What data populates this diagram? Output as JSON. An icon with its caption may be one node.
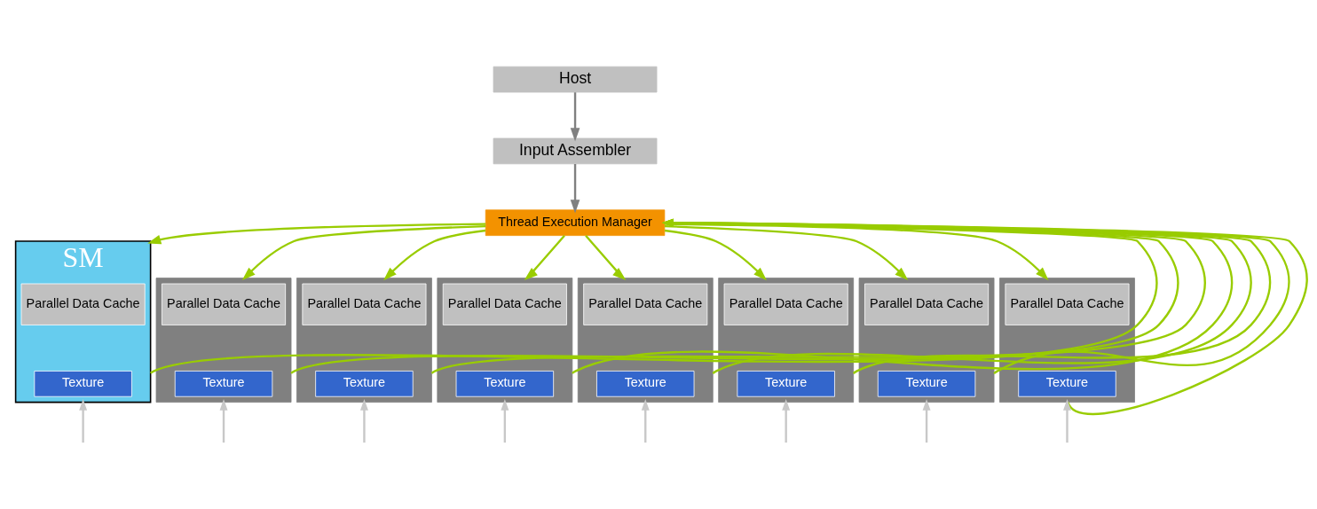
{
  "diagram": {
    "nodes": [
      {
        "text": [
          "Host"
        ]
      },
      {
        "text": [
          "Input Assembler"
        ]
      },
      {
        "text": [
          "Thread Execution Manager"
        ]
      },
      {
        "text": [
          "SM"
        ]
      },
      {
        "text": [
          "Parallel Data Cache"
        ],
        "in": 3
      },
      {
        "text": [
          "Texture"
        ],
        "in": 3
      },
      {
        "text": [],
        "shape": "box"
      },
      {
        "text": [
          "Parallel Data Cache"
        ],
        "in": 6
      },
      {
        "text": [
          "Texture"
        ],
        "in": 6
      },
      {
        "text": [],
        "shape": "box"
      },
      {
        "text": [
          "Parallel Data Cache"
        ],
        "in": 9
      },
      {
        "text": [
          "Texture"
        ],
        "in": 9
      },
      {
        "text": [],
        "shape": "box"
      },
      {
        "text": [
          "Parallel Data Cache"
        ],
        "in": 12
      },
      {
        "text": [
          "Texture"
        ],
        "in": 12
      },
      {
        "text": [],
        "shape": "box"
      },
      {
        "text": [
          "Parallel Data Cache"
        ],
        "in": 15
      },
      {
        "text": [
          "Texture"
        ],
        "in": 15
      },
      {
        "text": [],
        "shape": "box"
      },
      {
        "text": [
          "Parallel Data Cache"
        ],
        "in": 18
      },
      {
        "text": [
          "Texture"
        ],
        "in": 18
      },
      {
        "text": [],
        "shape": "box"
      },
      {
        "text": [
          "Parallel Data Cache"
        ],
        "in": 21
      },
      {
        "text": [
          "Texture"
        ],
        "in": 21
      },
      {
        "text": [],
        "shape": "box"
      },
      {
        "text": [
          "Parallel Data Cache"
        ],
        "in": 24
      },
      {
        "text": [
          "Texture"
        ],
        "in": 24
      }
    ],
    "edges": [
      {
        "from": 0,
        "to": 1,
        "arrow": "to",
        "color": "#808080"
      },
      {
        "from": 1,
        "to": 2,
        "arrow": "to",
        "color": "#808080"
      },
      {
        "from": 2,
        "to": 3,
        "arrow": "to"
      },
      {
        "from": 2,
        "to": 6,
        "arrow": "to"
      },
      {
        "from": 2,
        "to": 9,
        "arrow": "to"
      },
      {
        "from": 2,
        "to": 12,
        "arrow": "to"
      },
      {
        "from": 2,
        "to": 15,
        "arrow": "to"
      },
      {
        "from": 2,
        "to": 18,
        "arrow": "to"
      },
      {
        "from": 2,
        "to": 21,
        "arrow": "to"
      },
      {
        "from": 2,
        "to": 24,
        "arrow": "to"
      },
      {
        "from": 3,
        "to": 2,
        "arrow": "to"
      },
      {
        "from": 6,
        "to": 2,
        "arrow": "to"
      },
      {
        "from": 9,
        "to": 2,
        "arrow": "to"
      },
      {
        "from": 12,
        "to": 2,
        "arrow": "to"
      },
      {
        "from": 15,
        "to": 2,
        "arrow": "to"
      },
      {
        "from": 18,
        "to": 2,
        "arrow": "to"
      },
      {
        "from": 21,
        "to": 2,
        "arrow": "to"
      },
      {
        "from": 24,
        "to": 2,
        "arrow": "to"
      },
      {
        "from": null,
        "to": 3,
        "arrow": "to",
        "color": "#c8c8c8"
      },
      {
        "from": null,
        "to": 6,
        "arrow": "to",
        "color": "#c8c8c8"
      },
      {
        "from": null,
        "to": 9,
        "arrow": "to",
        "color": "#c8c8c8"
      },
      {
        "from": null,
        "to": 12,
        "arrow": "to",
        "color": "#c8c8c8"
      },
      {
        "from": null,
        "to": 15,
        "arrow": "to",
        "color": "#c8c8c8"
      },
      {
        "from": null,
        "to": 18,
        "arrow": "to",
        "color": "#c8c8c8"
      },
      {
        "from": null,
        "to": 21,
        "arrow": "to",
        "color": "#c8c8c8"
      },
      {
        "from": null,
        "to": 24,
        "arrow": "to",
        "color": "#c8c8c8"
      }
    ]
  }
}
